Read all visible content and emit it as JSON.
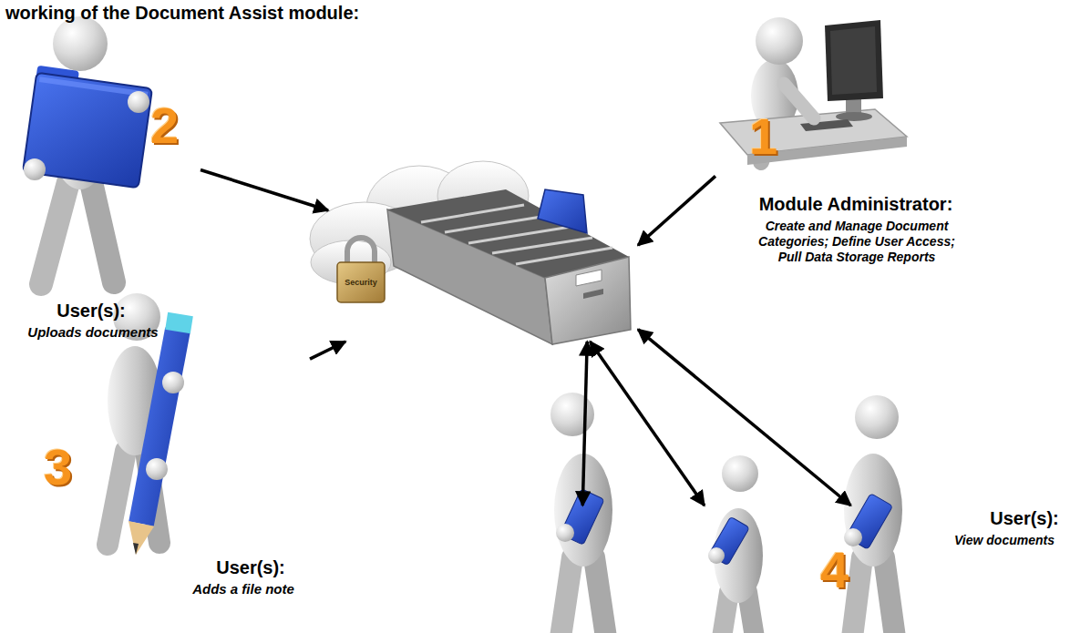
{
  "diagram": {
    "title": "working of the Document Assist module:",
    "nodes": [
      {
        "text": [
          "2",
          "User(s):",
          "Uploads documents"
        ]
      },
      {
        "text": [
          "1",
          "Module Administrator:",
          "Create and Manage Document Categories; Define User Access; Pull Data Storage Reports"
        ]
      },
      {
        "text": [
          "Security"
        ]
      },
      {
        "text": [
          "3",
          "User(s):",
          "Adds a file note"
        ]
      },
      {
        "text": [
          "4",
          "User(s):",
          "View documents"
        ]
      }
    ],
    "edges": [
      {
        "from": 0,
        "to": 2,
        "arrow": "to"
      },
      {
        "from": 1,
        "to": 2,
        "arrow": "to"
      },
      {
        "from": 3,
        "to": 2,
        "arrow": "to"
      },
      {
        "from": 4,
        "to": 2,
        "arrow": "both"
      },
      {
        "from": 4,
        "to": 2,
        "arrow": "both"
      },
      {
        "from": 4,
        "to": 2,
        "arrow": "both"
      }
    ]
  }
}
